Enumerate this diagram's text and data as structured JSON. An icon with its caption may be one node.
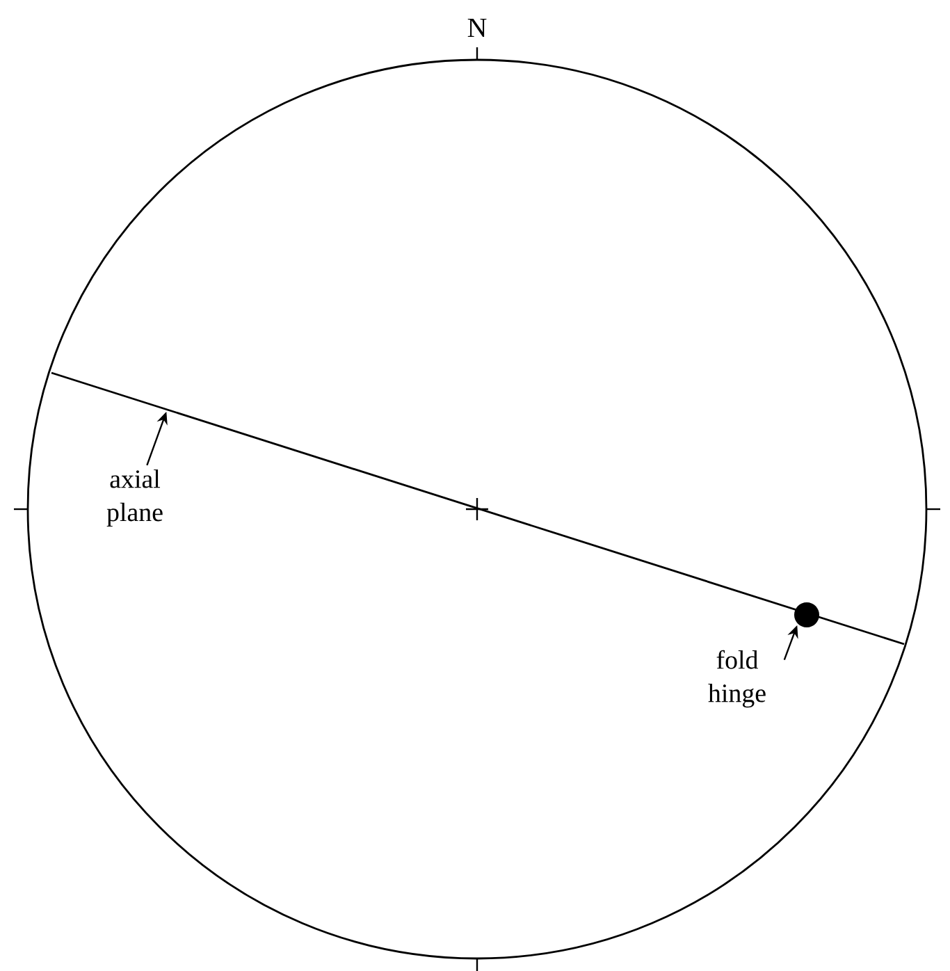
{
  "diagram": {
    "nodes": [
      {
        "text": [
          "axial plane"
        ]
      },
      {
        "text": [],
        "shape": "line"
      },
      {
        "text": [
          "fold hinge"
        ]
      },
      {
        "text": [],
        "shape": "circle"
      }
    ],
    "edges": [
      {
        "from": 0,
        "to": 1,
        "arrow": "to"
      },
      {
        "from": 2,
        "to": 3,
        "arrow": "to"
      }
    ],
    "labels": [
      "N"
    ]
  }
}
